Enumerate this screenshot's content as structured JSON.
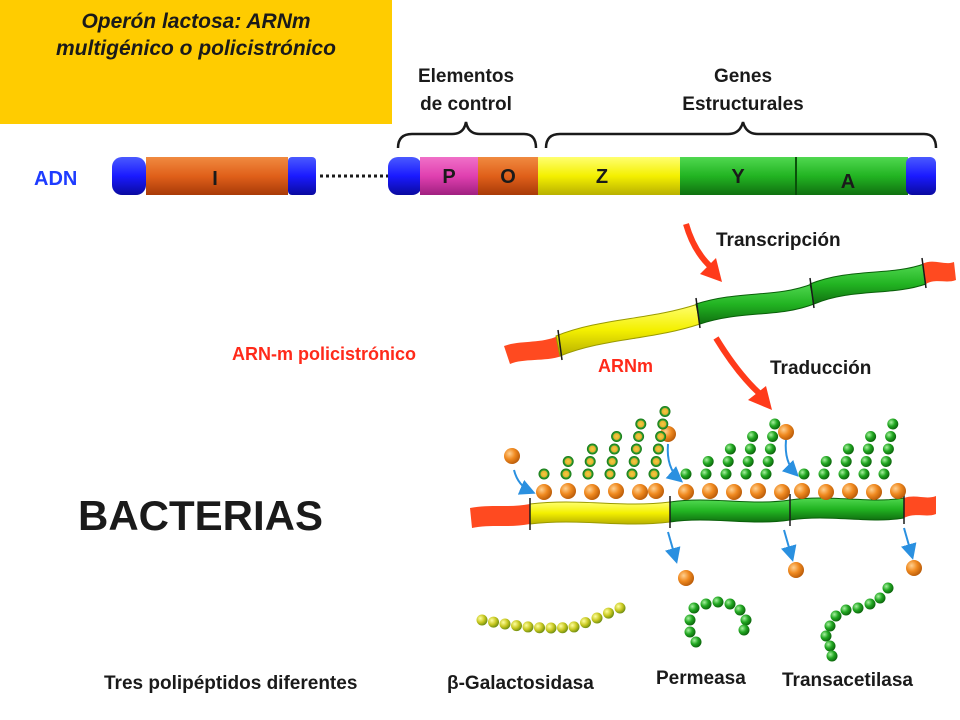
{
  "title": {
    "line1": "Operón lactosa: ARNm",
    "line2": "multigénico o policistrónico"
  },
  "headers": {
    "control_line1": "Elementos",
    "control_line2": "de control",
    "structural_line1": "Genes",
    "structural_line2": "Estructurales"
  },
  "dna": {
    "label": "ADN",
    "segments": [
      {
        "id": "I",
        "label": "I"
      },
      {
        "id": "P",
        "label": "P"
      },
      {
        "id": "O",
        "label": "O"
      },
      {
        "id": "Z",
        "label": "Z"
      },
      {
        "id": "Y",
        "label": "Y"
      },
      {
        "id": "A",
        "label": "A"
      }
    ]
  },
  "process": {
    "transcription": "Transcripción",
    "translation": "Traducción"
  },
  "mrna": {
    "polycistronic_label": "ARN-m policistrónico",
    "label": "ARNm"
  },
  "organism": "BACTERIAS",
  "proteins": {
    "summary": "Tres polipéptidos diferentes",
    "items": [
      "β-Galactosidasa",
      "Permeasa",
      "Transacetilasa"
    ]
  },
  "colors": {
    "title_bg": "#ffcc00",
    "dna_end": "#1a1aff",
    "gene_I": "#e8631a",
    "gene_P": "#e040b0",
    "gene_O": "#e8631a",
    "gene_Z": "#f4f400",
    "gene_Y": "#22b422",
    "gene_A": "#22b422",
    "blue_label": "#1e3cff",
    "red_label": "#ff2a1a",
    "arrow": "#ff3a1a",
    "ribosome": "#f08a20"
  }
}
